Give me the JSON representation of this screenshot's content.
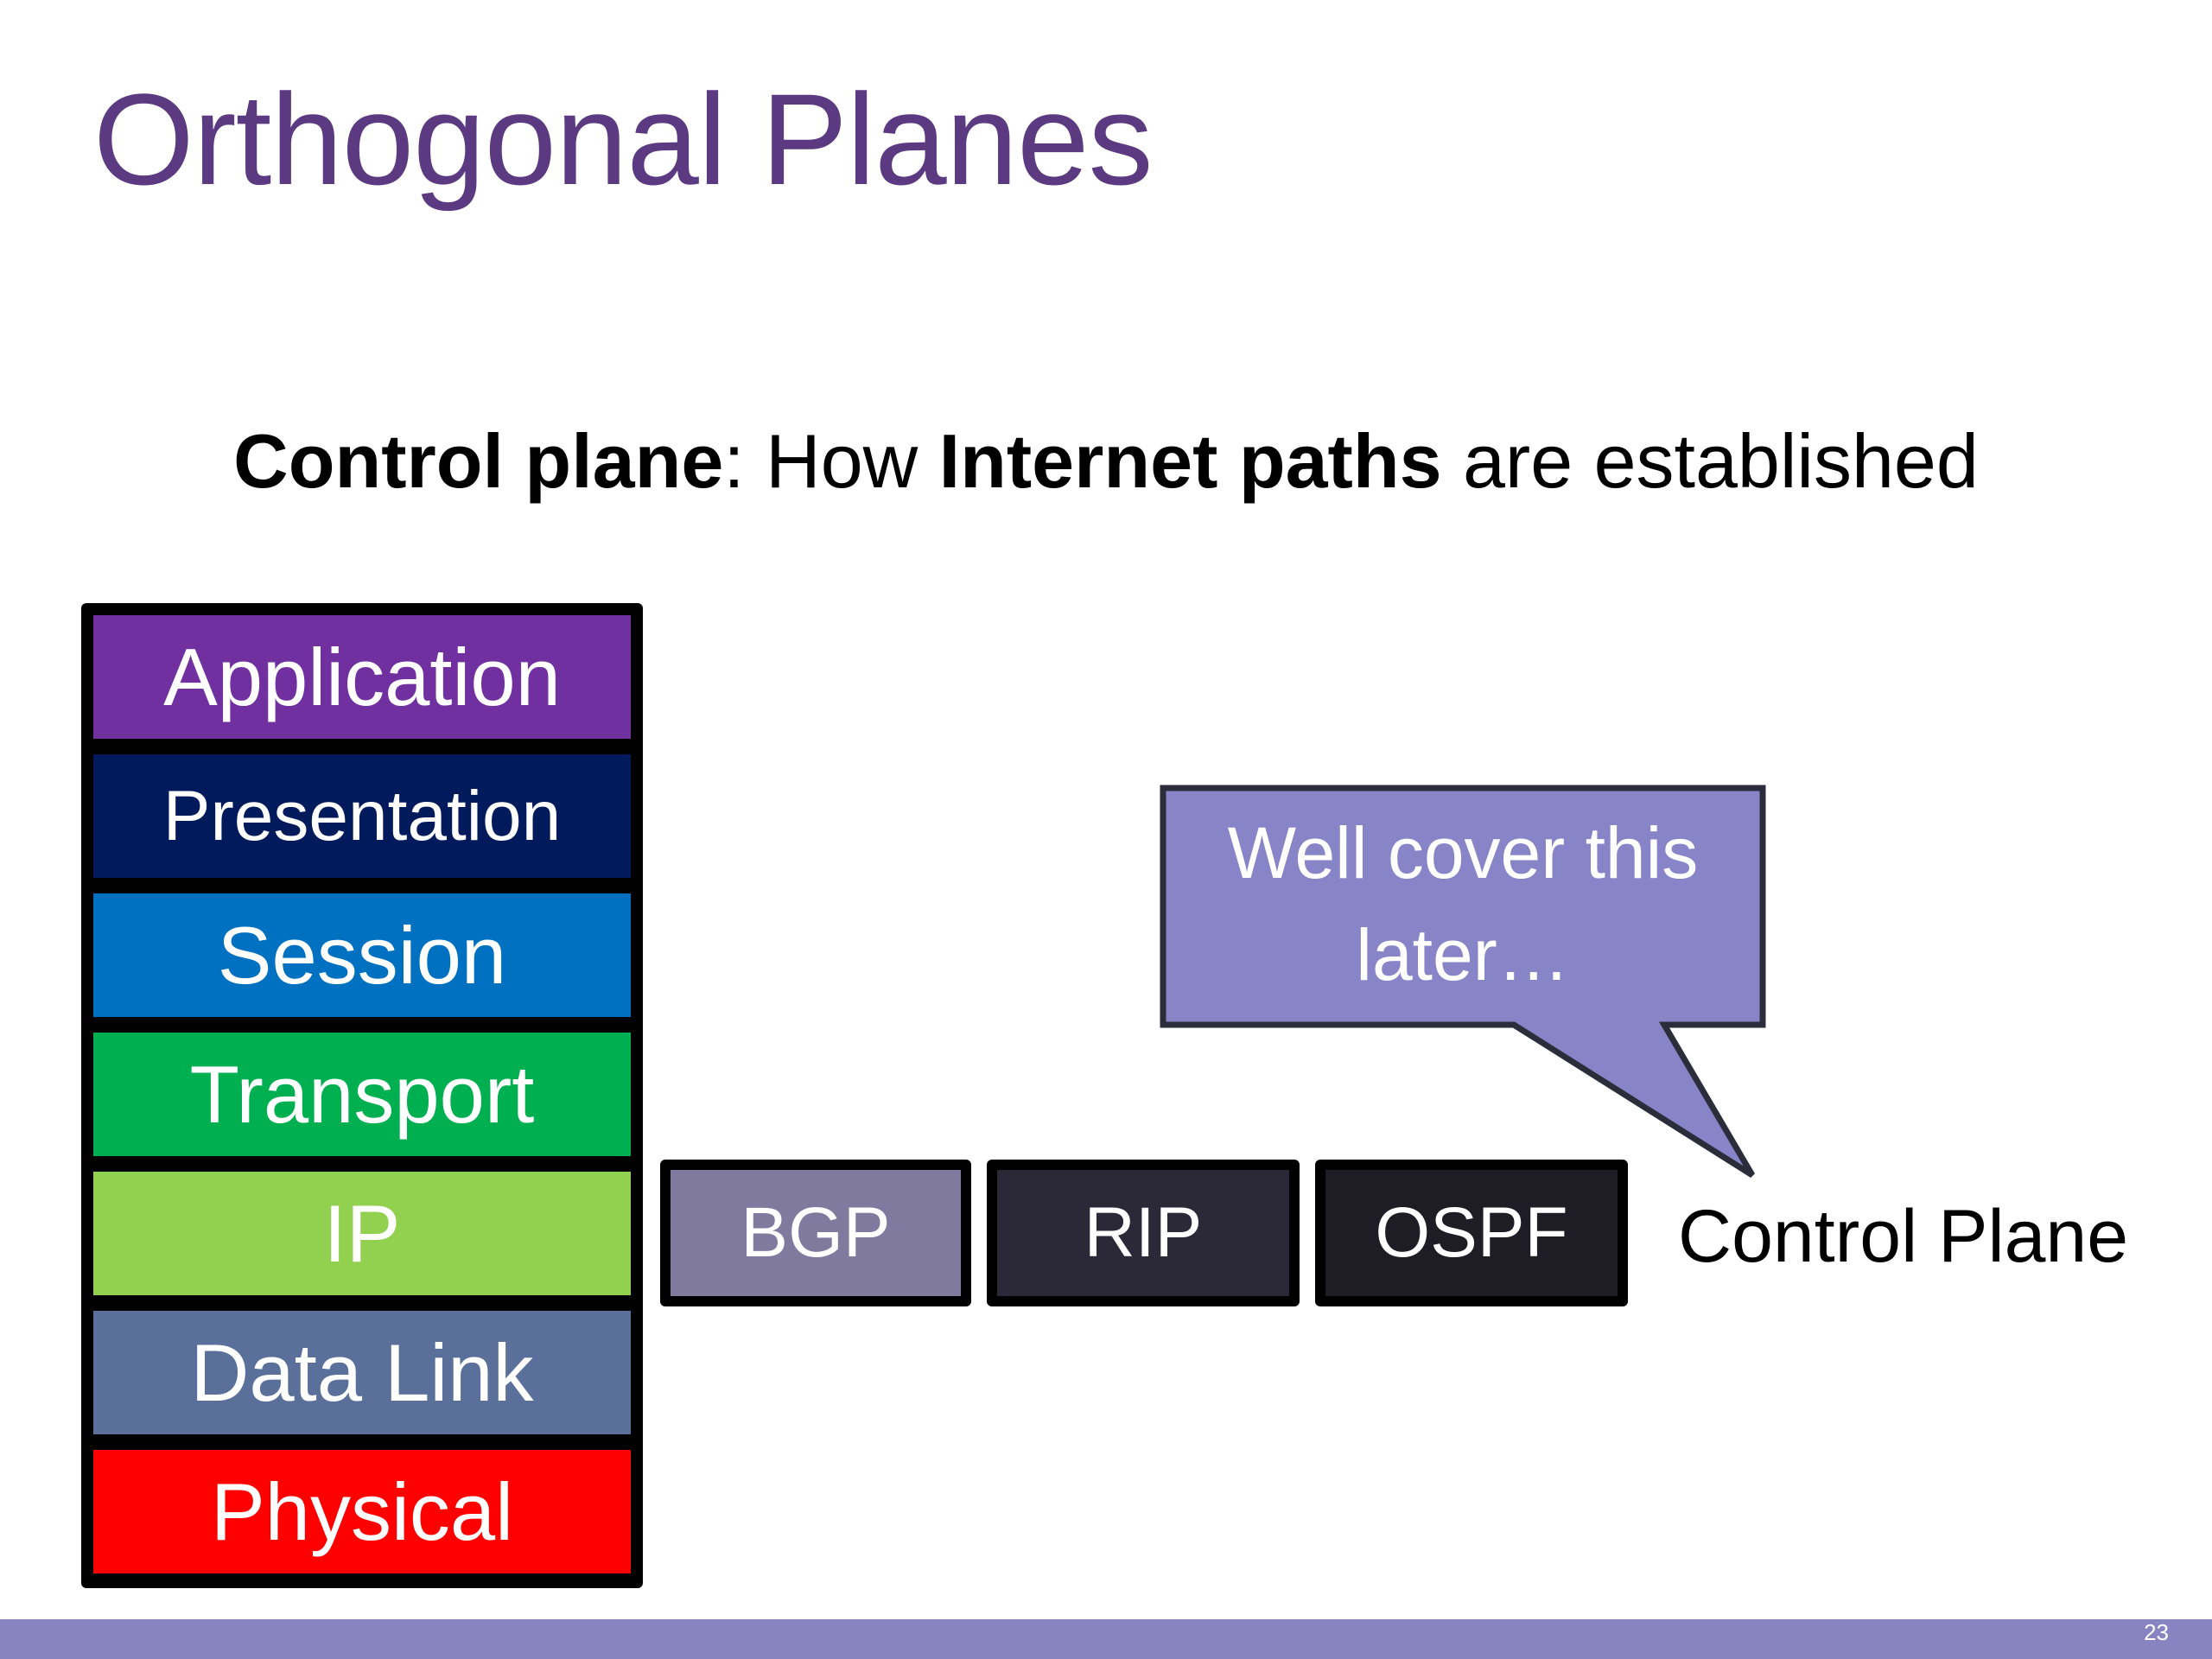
{
  "slide": {
    "title": "Orthogonal Planes",
    "subtitle": {
      "part1_bold": "Control plane",
      "part2": ": How ",
      "part3_bold": "Internet paths",
      "part4": " are established"
    },
    "page_number": "23"
  },
  "osi_layers": [
    {
      "label": "Application",
      "color": "#7030a0"
    },
    {
      "label": "Presentation",
      "color": "#001a5c"
    },
    {
      "label": "Session",
      "color": "#0070c0"
    },
    {
      "label": "Transport",
      "color": "#00b050"
    },
    {
      "label": "IP",
      "color": "#92d050"
    },
    {
      "label": "Data Link",
      "color": "#5a6f99"
    },
    {
      "label": "Physical",
      "color": "#ff0000"
    }
  ],
  "control_plane": {
    "protocols": [
      {
        "label": "BGP",
        "color": "#7f7a9e"
      },
      {
        "label": "RIP",
        "color": "#2b2838"
      },
      {
        "label": "OSPF",
        "color": "#1e1c24"
      }
    ],
    "label": "Control Plane"
  },
  "callout": {
    "text": "Well cover this later…",
    "fill": "#8884c8",
    "stroke": "#2b2e3a"
  },
  "colors": {
    "title": "#5c3a82",
    "footer": "#8884c2"
  }
}
